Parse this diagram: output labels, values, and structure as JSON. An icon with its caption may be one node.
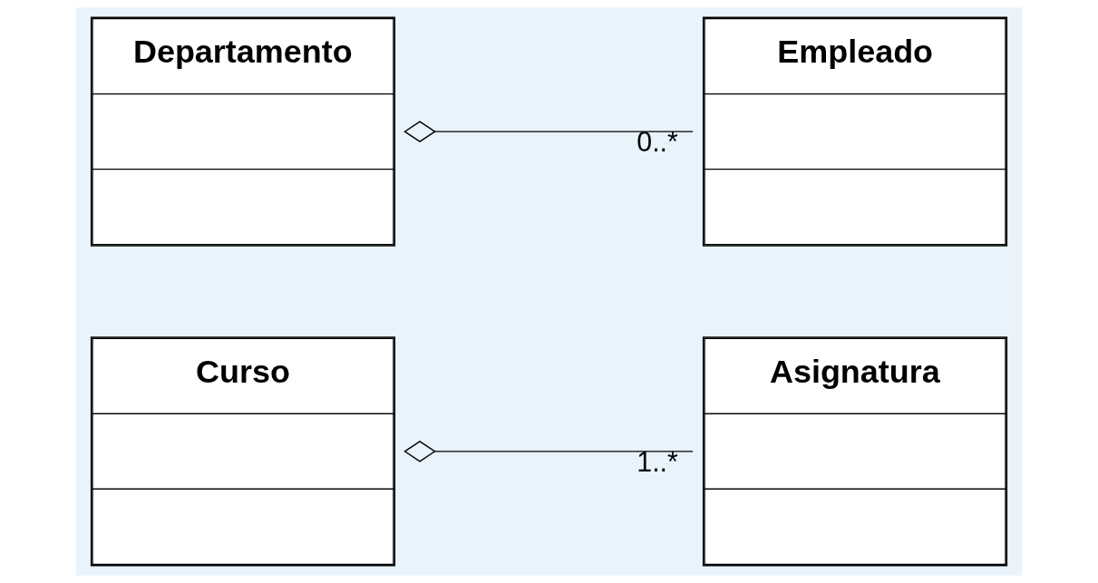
{
  "diagram": {
    "nodes": [
      {
        "text": [
          "Curso"
        ]
      },
      {
        "text": [
          "Asignatura"
        ]
      },
      {
        "text": [
          "Departamento"
        ]
      },
      {
        "text": [
          "Empleado"
        ]
      }
    ],
    "edges": [
      {
        "from": 0,
        "to": 1,
        "arrow": "other",
        "label": "1..*"
      },
      {
        "from": 2,
        "to": 3,
        "arrow": "other",
        "label": "0..*"
      }
    ]
  }
}
